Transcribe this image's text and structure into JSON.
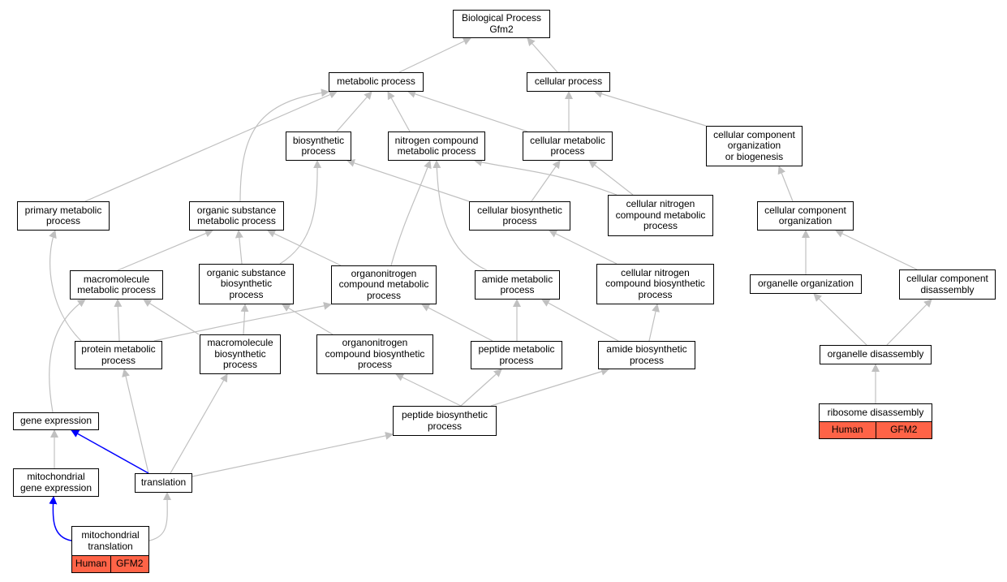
{
  "colors": {
    "edge": "#c0c0c0",
    "highlight_edge": "#0000ff",
    "annotation_fill": "#ff6347"
  },
  "nodes": {
    "bp": "Biological Process\nGfm2",
    "metabolic": "metabolic process",
    "cellular": "cellular process",
    "biosynthetic": "biosynthetic\nprocess",
    "nitrogen_compound": "nitrogen compound\nmetabolic process",
    "cellular_metabolic": "cellular metabolic\nprocess",
    "cc_org_biogenesis": "cellular component\norganization\nor biogenesis",
    "primary_metabolic": "primary metabolic\nprocess",
    "organic_substance": "organic substance\nmetabolic process",
    "cellular_biosynthetic": "cellular biosynthetic\nprocess",
    "cellular_nitrogen_metabolic": "cellular nitrogen\ncompound metabolic\nprocess",
    "cc_organization": "cellular component\norganization",
    "macromolecule_metabolic": "macromolecule\nmetabolic process",
    "organic_substance_biosynthetic": "organic substance\nbiosynthetic\nprocess",
    "organonitrogen_metabolic": "organonitrogen\ncompound metabolic\nprocess",
    "amide_metabolic": "amide metabolic\nprocess",
    "cellular_nitrogen_biosynthetic": "cellular nitrogen\ncompound biosynthetic\nprocess",
    "organelle_organization": "organelle organization",
    "cc_disassembly": "cellular component\ndisassembly",
    "protein_metabolic": "protein metabolic\nprocess",
    "macromolecule_biosynthetic": "macromolecule\nbiosynthetic\nprocess",
    "organonitrogen_biosynthetic": "organonitrogen\ncompound biosynthetic\nprocess",
    "peptide_metabolic": "peptide metabolic\nprocess",
    "amide_biosynthetic": "amide biosynthetic\nprocess",
    "organelle_disassembly": "organelle disassembly",
    "gene_expression": "gene expression",
    "peptide_biosynthetic": "peptide biosynthetic\nprocess",
    "mito_gene_expression": "mitochondrial\ngene expression",
    "translation": "translation"
  },
  "annotated": {
    "mito_translation": {
      "label": "mitochondrial\ntranslation",
      "species": "Human",
      "gene": "GFM2"
    },
    "ribosome_disassembly": {
      "label": "ribosome disassembly",
      "species": "Human",
      "gene": "GFM2"
    }
  }
}
